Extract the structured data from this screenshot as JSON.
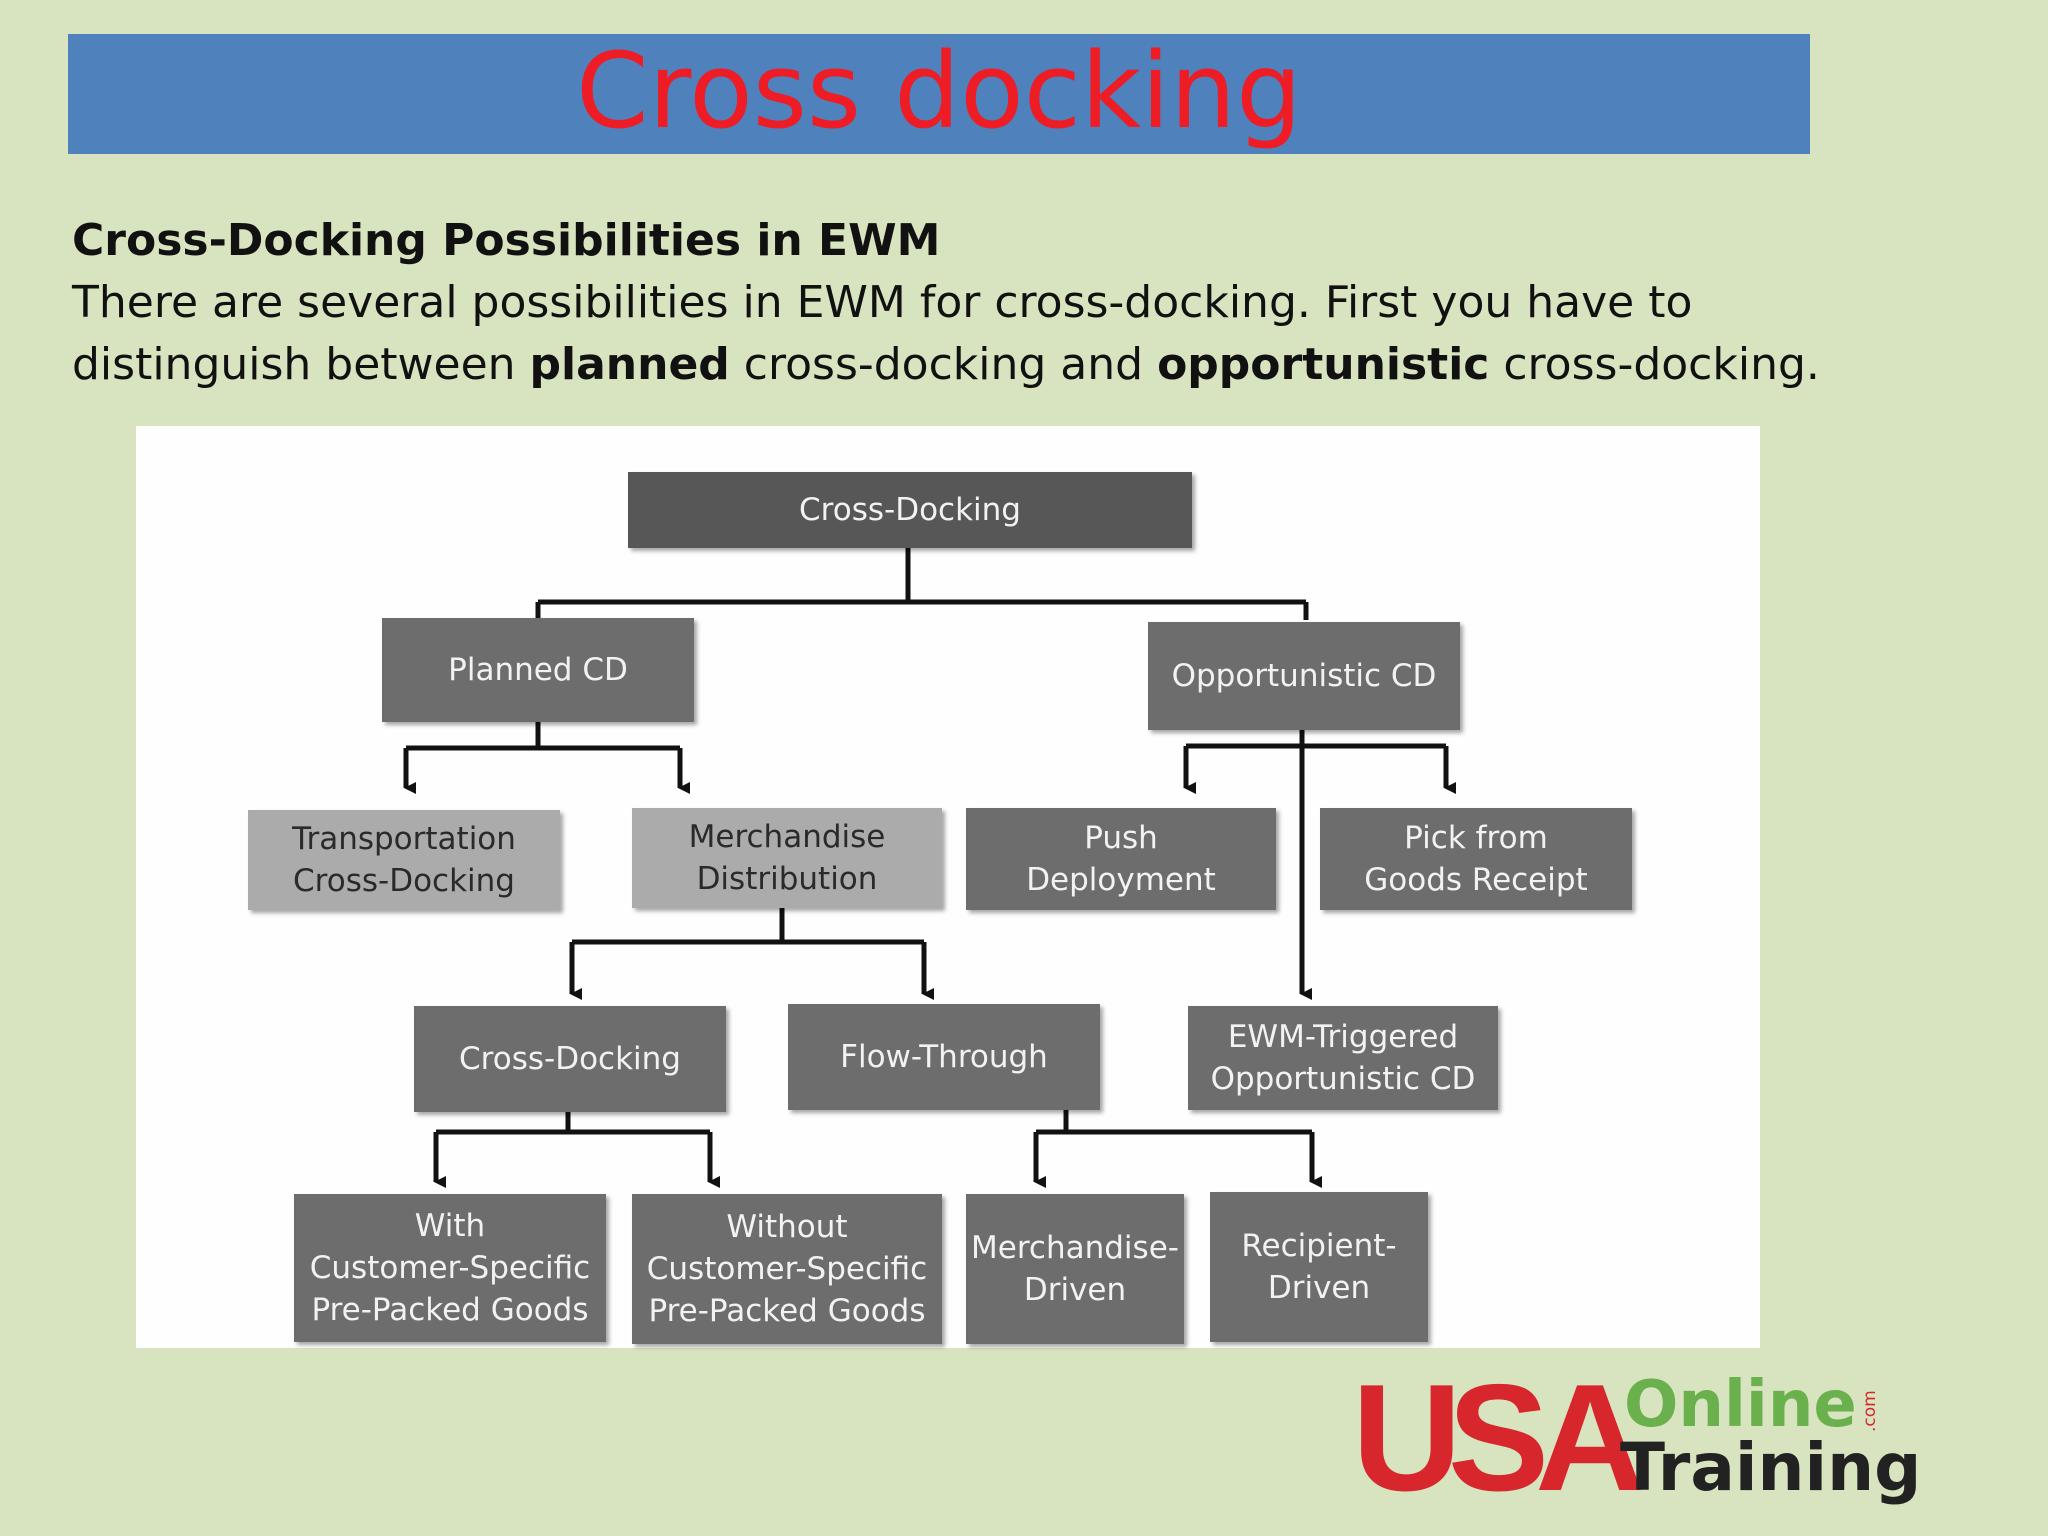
{
  "slide": {
    "title": "Cross docking",
    "heading": "Cross-Docking Possibilities in EWM",
    "paragraph": {
      "line1": "There are several possibilities in EWM for cross-docking. First you have to",
      "line2_pre": "distinguish between ",
      "bold1": "planned",
      "mid": " cross-docking and ",
      "bold2": "opportunistic",
      "end": " cross-docking."
    }
  },
  "diagram": {
    "root": "Cross-Docking",
    "planned": "Planned CD",
    "opportunistic": "Opportunistic CD",
    "transportation": "Transportation\nCross-Docking",
    "merchandise_distribution": "Merchandise\nDistribution",
    "push_deployment": "Push\nDeployment",
    "pick_from_gr": "Pick from\nGoods Receipt",
    "cross_docking_sub": "Cross-Docking",
    "flow_through": "Flow-Through",
    "ewm_triggered": "EWM-Triggered\nOpportunistic CD",
    "with_prepacked": "With\nCustomer-Specific\nPre-Packed Goods",
    "without_prepacked": "Without\nCustomer-Specific\nPre-Packed Goods",
    "merchandise_driven": "Merchandise-\nDriven",
    "recipient_driven": "Recipient-\nDriven"
  },
  "logo": {
    "usa": "USA",
    "online": "Online",
    "com": ".com",
    "training": "Training"
  },
  "colors": {
    "background": "#d8e4bf",
    "title_bar": "#4f81bd",
    "title_text": "#ee1c25",
    "node_dark": "#575757",
    "node_light": "#ababab"
  }
}
